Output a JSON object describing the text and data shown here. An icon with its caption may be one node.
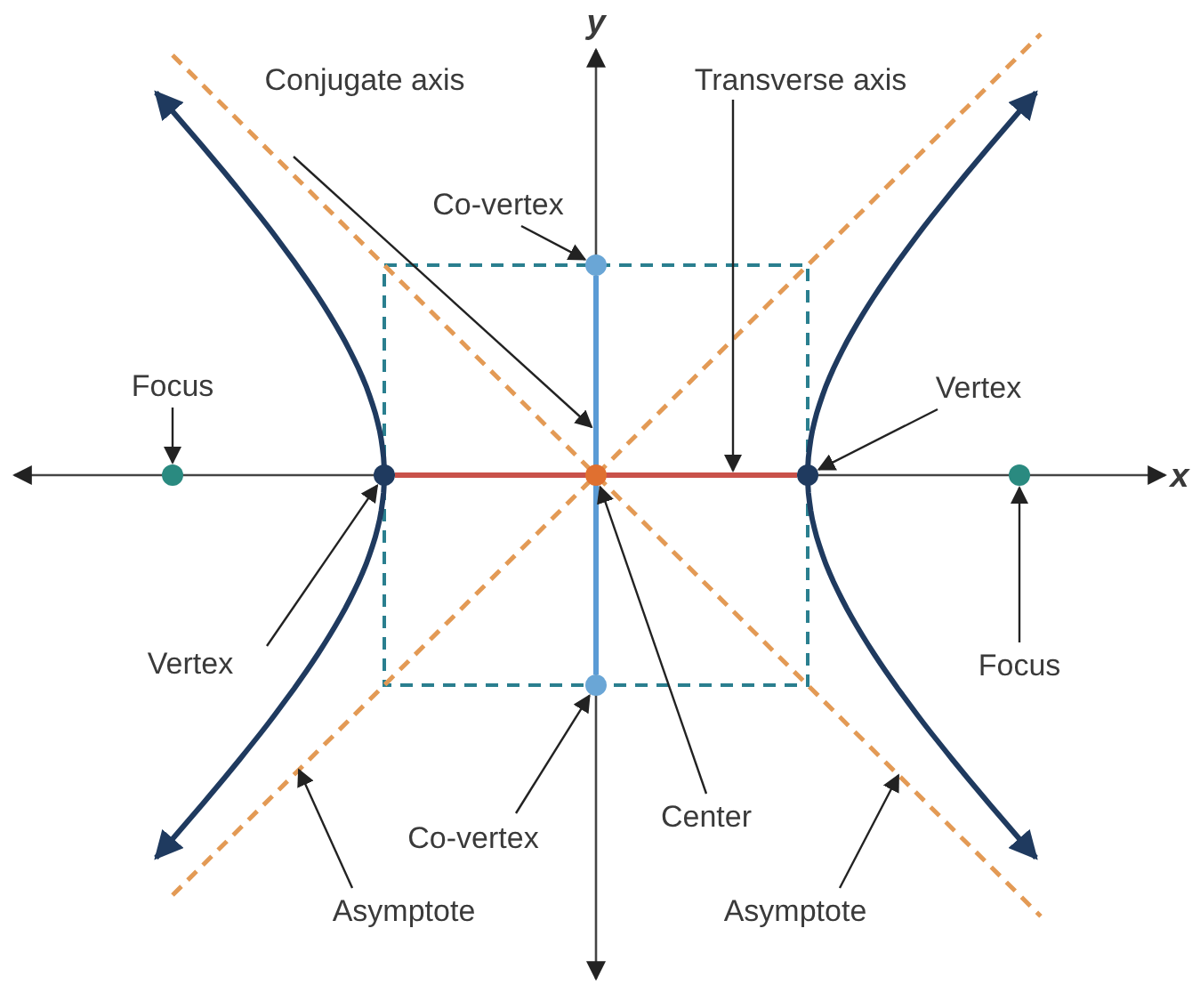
{
  "diagram": {
    "nodes": [
      {
        "text": [
          "Conjugate axis"
        ]
      },
      {
        "text": [
          "Transverse axis"
        ]
      },
      {
        "text": [
          "Co-vertex"
        ]
      },
      {
        "text": [
          "Focus"
        ]
      },
      {
        "text": [
          "Vertex"
        ]
      },
      {
        "text": [
          "Vertex"
        ]
      },
      {
        "text": [
          "Focus"
        ]
      },
      {
        "text": [
          "Co-vertex"
        ]
      },
      {
        "text": [
          "Center"
        ]
      },
      {
        "text": [
          "Asymptote"
        ]
      },
      {
        "text": [
          "Asymptote"
        ]
      },
      {
        "text": [],
        "shape": "circle"
      },
      {
        "text": [],
        "shape": "circle"
      },
      {
        "text": [],
        "shape": "circle"
      },
      {
        "text": [],
        "shape": "circle"
      },
      {
        "text": [],
        "shape": "circle"
      },
      {
        "text": [],
        "shape": "circle"
      },
      {
        "text": [],
        "shape": "circle"
      },
      {
        "text": [],
        "shape": "line"
      },
      {
        "text": [],
        "shape": "line"
      }
    ],
    "edges": [
      {
        "from": 0,
        "to": 18,
        "arrow": "to"
      },
      {
        "from": 1,
        "to": 19,
        "arrow": "to"
      },
      {
        "from": 2,
        "to": 11,
        "arrow": "to"
      },
      {
        "from": 3,
        "to": 12,
        "arrow": "to"
      },
      {
        "from": 4,
        "to": 15,
        "arrow": "to"
      },
      {
        "from": 5,
        "to": 13,
        "arrow": "to"
      },
      {
        "from": 6,
        "to": 16,
        "arrow": "to"
      },
      {
        "from": 7,
        "to": 17,
        "arrow": "to"
      },
      {
        "from": 8,
        "to": 14,
        "arrow": "to"
      },
      {
        "from": 9,
        "to": null,
        "arrow": "to"
      },
      {
        "from": 10,
        "to": null,
        "arrow": "to"
      }
    ],
    "labels": [
      "y",
      "x"
    ]
  }
}
